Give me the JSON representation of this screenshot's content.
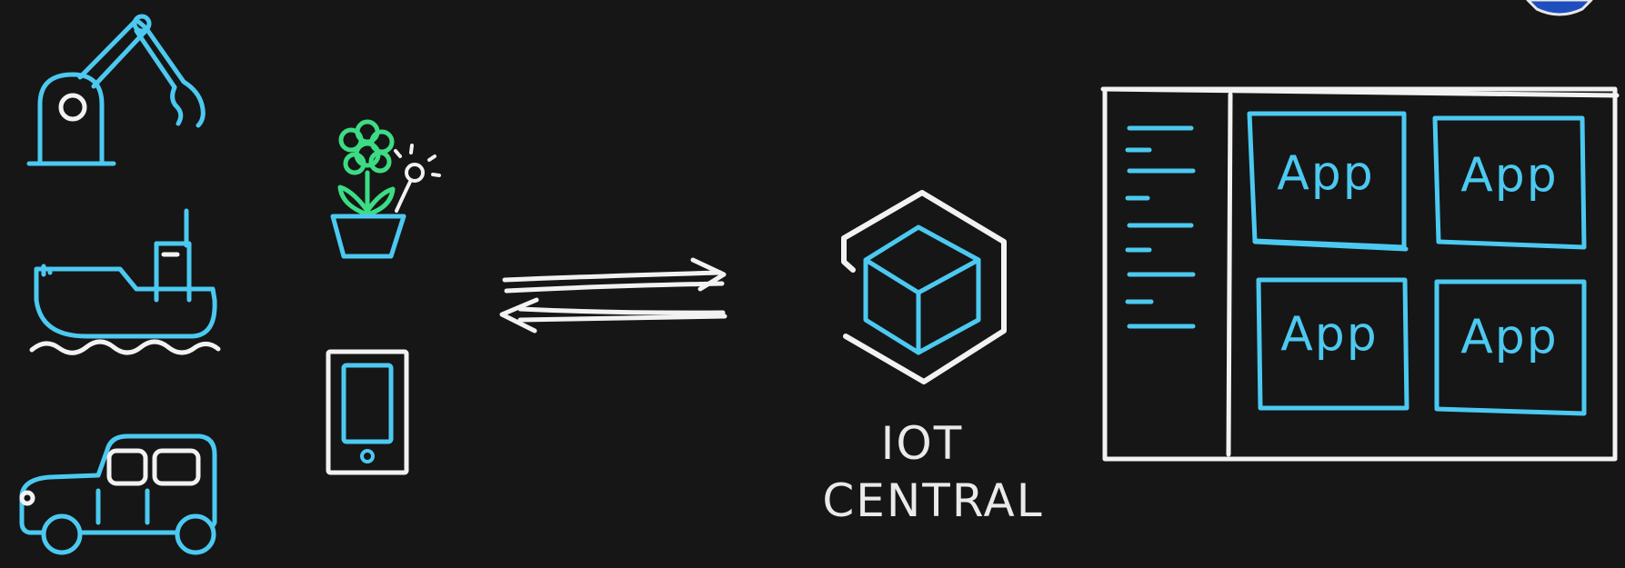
{
  "hub": {
    "label_line1": "IOT",
    "label_line2": "CENTRAL"
  },
  "dashboard": {
    "tiles": [
      {
        "label": "App"
      },
      {
        "label": "App"
      },
      {
        "label": "App"
      },
      {
        "label": "App"
      }
    ]
  },
  "colors": {
    "background": "#161616",
    "device_blue": "#4cc9f0",
    "plant_green": "#3ddc84",
    "stroke_white": "#f2f2f2"
  },
  "devices": {
    "icons": [
      "robot-arm-icon",
      "ship-icon",
      "car-icon",
      "potted-plant-icon",
      "smartphone-icon"
    ]
  }
}
